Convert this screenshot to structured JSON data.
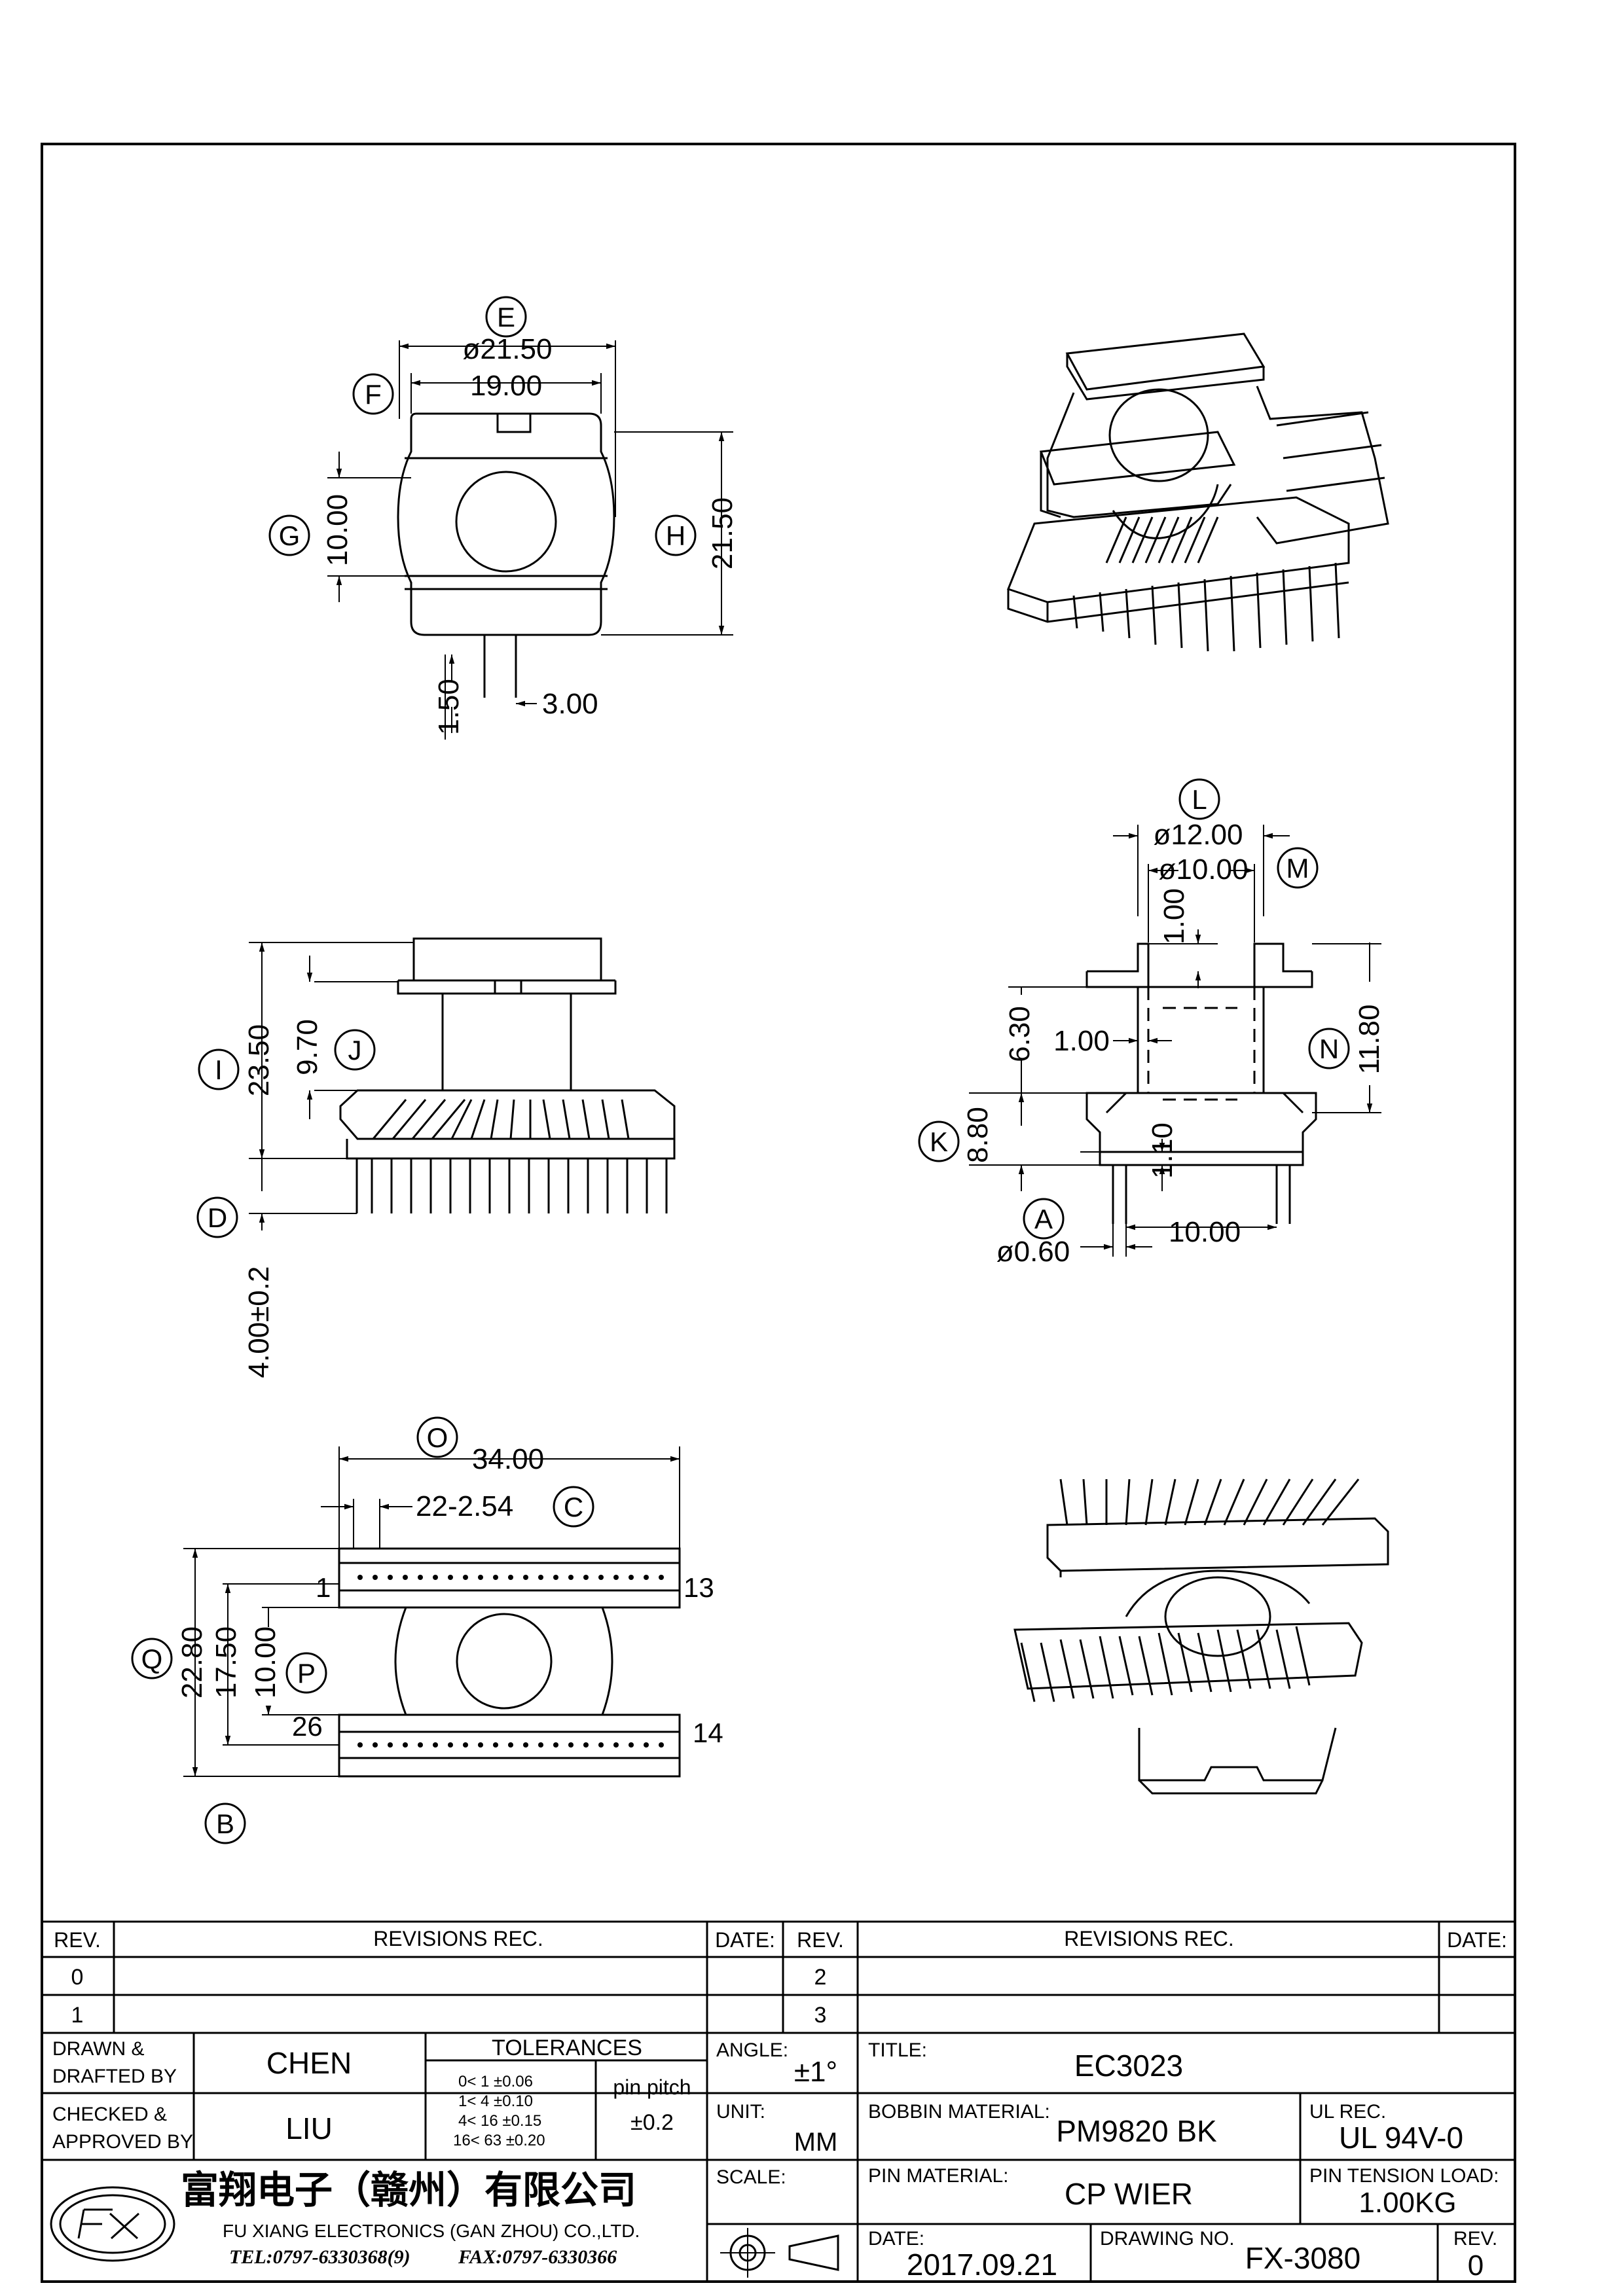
{
  "top_view": {
    "label_e": "E",
    "dim_e": "ø21.50",
    "label_f": "F",
    "dim_f": "19.00",
    "label_g": "G",
    "dim_g": "10.00",
    "label_h": "H",
    "dim_h": "21.50",
    "dim_slot_w": "3.00",
    "dim_slot_h": "1.50"
  },
  "front_view": {
    "label_i": "I",
    "dim_i": "23.50",
    "label_j": "J",
    "dim_j": "9.70",
    "label_d": "D",
    "dim_d": "4.00±0.2"
  },
  "section_view": {
    "label_l": "L",
    "dim_l": "ø12.00",
    "label_m": "M",
    "dim_m": "ø10.00",
    "dim_top_flange": "1.00",
    "dim_core_depth": "6.30",
    "dim_wall": "1.00",
    "label_n": "N",
    "dim_n": "11.80",
    "label_k": "K",
    "dim_k": "8.80",
    "dim_base": "1.10",
    "label_a": "A",
    "dim_a": "ø0.60",
    "dim_pin_span": "10.00"
  },
  "bottom_view": {
    "label_o": "O",
    "dim_o": "34.00",
    "dim_pitch": "22-2.54",
    "label_c": "C",
    "label_q": "Q",
    "dim_q": "22.80",
    "dim_17": "17.50",
    "dim_10": "10.00",
    "label_p": "P",
    "label_b": "B",
    "pin_1": "1",
    "pin_13": "13",
    "pin_26": "26",
    "pin_14": "14"
  },
  "revisions": {
    "headers": [
      "REV.",
      "REVISIONS   REC.",
      "DATE:"
    ],
    "left_revs": [
      "0",
      "1"
    ],
    "right_revs": [
      "2",
      "3"
    ]
  },
  "title_block": {
    "drawn_label_1": "DRAWN &",
    "drawn_label_2": "DRAFTED BY",
    "drawn_name": "CHEN",
    "checked_label_1": "CHECKED &",
    "checked_label_2": "APPROVED BY",
    "checked_name": "LIU",
    "tolerances_title": "TOLERANCES",
    "tol_rows": [
      "0<  1   ±0.06",
      "1<  4   ±0.10",
      "4<  16  ±0.15",
      "16<  63  ±0.20"
    ],
    "pin_pitch_label": "pin pitch",
    "pin_pitch_value": "±0.2",
    "angle_label": "ANGLE:",
    "angle_value": "±1°",
    "unit_label": "UNIT:",
    "unit_value": "MM",
    "scale_label": "SCALE:",
    "title_label": "TITLE:",
    "title_value": "EC3023",
    "bobbin_label": "BOBBIN MATERIAL:",
    "bobbin_value": "PM9820 BK",
    "ul_label": "UL REC.",
    "ul_value": "UL 94V-0",
    "pin_mat_label": "PIN MATERIAL:",
    "pin_mat_value": "CP WIER",
    "tension_label": "PIN TENSION LOAD:",
    "tension_value": "1.00KG",
    "date_label": "DATE:",
    "date_value": "2017.09.21",
    "drawing_no_label": "DRAWING NO.",
    "drawing_no_value": "FX-3080",
    "rev_label": "REV.",
    "rev_value": "0",
    "company_cn": "富翔电子（赣州）有限公司",
    "company_en": "FU XIANG ELECTRONICS (GAN ZHOU) CO.,LTD.",
    "tel": "TEL:0797-6330368(9)",
    "fax": "FAX:0797-6330366"
  }
}
